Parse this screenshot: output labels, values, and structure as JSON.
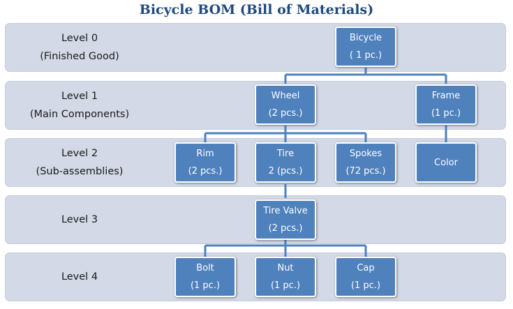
{
  "title": "Bicycle BOM (Bill of Materials)",
  "levels": [
    {
      "name": "Level 0",
      "desc": "(Finished Good)"
    },
    {
      "name": "Level 1",
      "desc": "(Main Components)"
    },
    {
      "name": "Level 2",
      "desc": "(Sub-assemblies)"
    },
    {
      "name": "Level 3",
      "desc": ""
    },
    {
      "name": "Level 4",
      "desc": ""
    }
  ],
  "nodes": {
    "bicycle": {
      "name": "Bicycle",
      "qty": "( 1 pc.)"
    },
    "wheel": {
      "name": "Wheel",
      "qty": "(2 pcs.)"
    },
    "frame": {
      "name": "Frame",
      "qty": "(1 pc.)"
    },
    "rim": {
      "name": "Rim",
      "qty": "(2 pcs.)"
    },
    "tire": {
      "name": "Tire",
      "qty": "2 (pcs.)"
    },
    "spokes": {
      "name": "Spokes",
      "qty": "(72 pcs.)"
    },
    "color": {
      "name": "Color",
      "qty": ""
    },
    "tire_valve": {
      "name": "Tire Valve",
      "qty": "(2 pcs.)"
    },
    "bolt": {
      "name": "Bolt",
      "qty": "(1 pc.)"
    },
    "nut": {
      "name": "Nut",
      "qty": "(1 pc.)"
    },
    "cap": {
      "name": "Cap",
      "qty": "(1 pc.)"
    }
  },
  "colors": {
    "node": "#4f81bd",
    "band": "#d3d9e6",
    "title": "#1f497d"
  }
}
